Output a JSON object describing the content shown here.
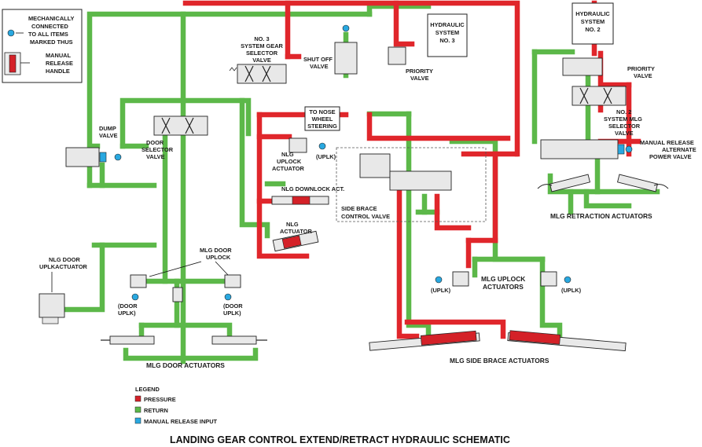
{
  "colors": {
    "pressure": "#e0262b",
    "return": "#5cb849",
    "manual": "#29a8e0"
  },
  "legend": {
    "heading": "LEGEND",
    "pressure_label": "PRESSURE",
    "return_label": "RETURN",
    "manual_label": "MANUAL RELEASE INPUT"
  },
  "key_box": {
    "mech_line1": "MECHANICALLY",
    "mech_line2": "CONNECTED",
    "mech_line3": "TO ALL ITEMS",
    "mech_line4": "MARKED THUS",
    "handle_line1": "MANUAL",
    "handle_line2": "RELEASE",
    "handle_line3": "HANDLE"
  },
  "labels": {
    "no3_selector": [
      "NO. 3",
      "SYSTEM GEAR",
      "SELECTOR",
      "VALVE"
    ],
    "shutoff": [
      "SHUT OFF",
      "VALVE"
    ],
    "hyd3": [
      "HYDRAULIC",
      "SYSTEM",
      "NO. 3"
    ],
    "priority3": [
      "PRIORITY",
      "VALVE"
    ],
    "dump": [
      "DUMP",
      "VALVE"
    ],
    "door_selector": [
      "DOOR",
      "SELECTOR",
      "VALVE"
    ],
    "nose_steering": [
      "TO NOSE",
      "WHEEL",
      "STEERING"
    ],
    "nlg_uplock": [
      "NLG",
      "UPLOCK",
      "ACTUATOR"
    ],
    "uplk_nlg": "(UPLK)",
    "nlg_downlock": "NLG DOWNLOCK ACT.",
    "nlg_actuator": [
      "NLG",
      "ACTUATOR"
    ],
    "side_brace_valve": [
      "SIDE BRACE",
      "CONTROL VALVE"
    ],
    "hyd2": [
      "HYDRAULIC",
      "SYSTEM",
      "NO. 2"
    ],
    "priority2": [
      "PRIORITY",
      "VALVE"
    ],
    "no2_selector": [
      "NO. 2",
      "SYSTEM MLG",
      "SELECTOR",
      "VALVE"
    ],
    "manual_alt": [
      "MANUAL RELEASE",
      "ALTERNATE",
      "POWER VALVE"
    ],
    "mlg_retraction": "MLG RETRACTION ACTUATORS",
    "nlg_door_uplock": [
      "NLG DOOR",
      "UPLKACTUATOR"
    ],
    "mlg_door_uplock": [
      "MLG DOOR",
      "UPLOCK"
    ],
    "door_uplk_left": [
      "(DOOR",
      "UPLK)"
    ],
    "door_uplk_right": [
      "(DOOR",
      "UPLK)"
    ],
    "uplk_mlg_left": "(UPLK)",
    "uplk_mlg_right": "(UPLK)",
    "mlg_uplock_act": [
      "MLG UPLOCK",
      "ACTUATORS"
    ],
    "mlg_door_actuators": "MLG DOOR ACTUATORS",
    "mlg_side_brace": "MLG SIDE BRACE ACTUATORS"
  },
  "title": "LANDING GEAR CONTROL EXTEND/RETRACT HYDRAULIC SCHEMATIC"
}
